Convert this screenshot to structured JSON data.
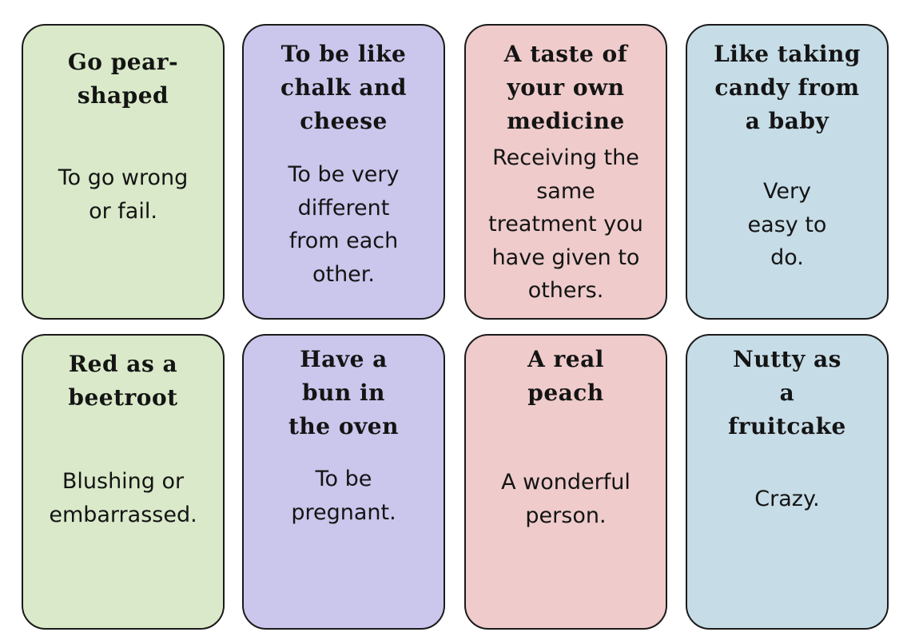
{
  "cards": [
    {
      "title": "Go pear-\nshaped",
      "meaning": "To go wrong\nor fail."
    },
    {
      "title": "To be like\nchalk and\ncheese",
      "meaning": "To be very\ndifferent\nfrom each\nother."
    },
    {
      "title": "A taste of\nyour own\nmedicine",
      "meaning": "Receiving the\nsame\ntreatment you\nhave given to\nothers."
    },
    {
      "title": "Like taking\ncandy from\na baby",
      "meaning": "Very\neasy to\ndo."
    },
    {
      "title": "Red as a\nbeetroot",
      "meaning": "Blushing or\nembarrassed."
    },
    {
      "title": "Have a\nbun in\nthe oven",
      "meaning": "To be\npregnant."
    },
    {
      "title": "A real\npeach",
      "meaning": "A wonderful\nperson."
    },
    {
      "title": "Nutty as\na\nfruitcake",
      "meaning": "Crazy."
    }
  ],
  "colors": {
    "green": "#d9e9c9",
    "purple": "#cbc6ec",
    "pink": "#efcbcb",
    "blue": "#c6dce7",
    "border": "#1a1a1a"
  }
}
